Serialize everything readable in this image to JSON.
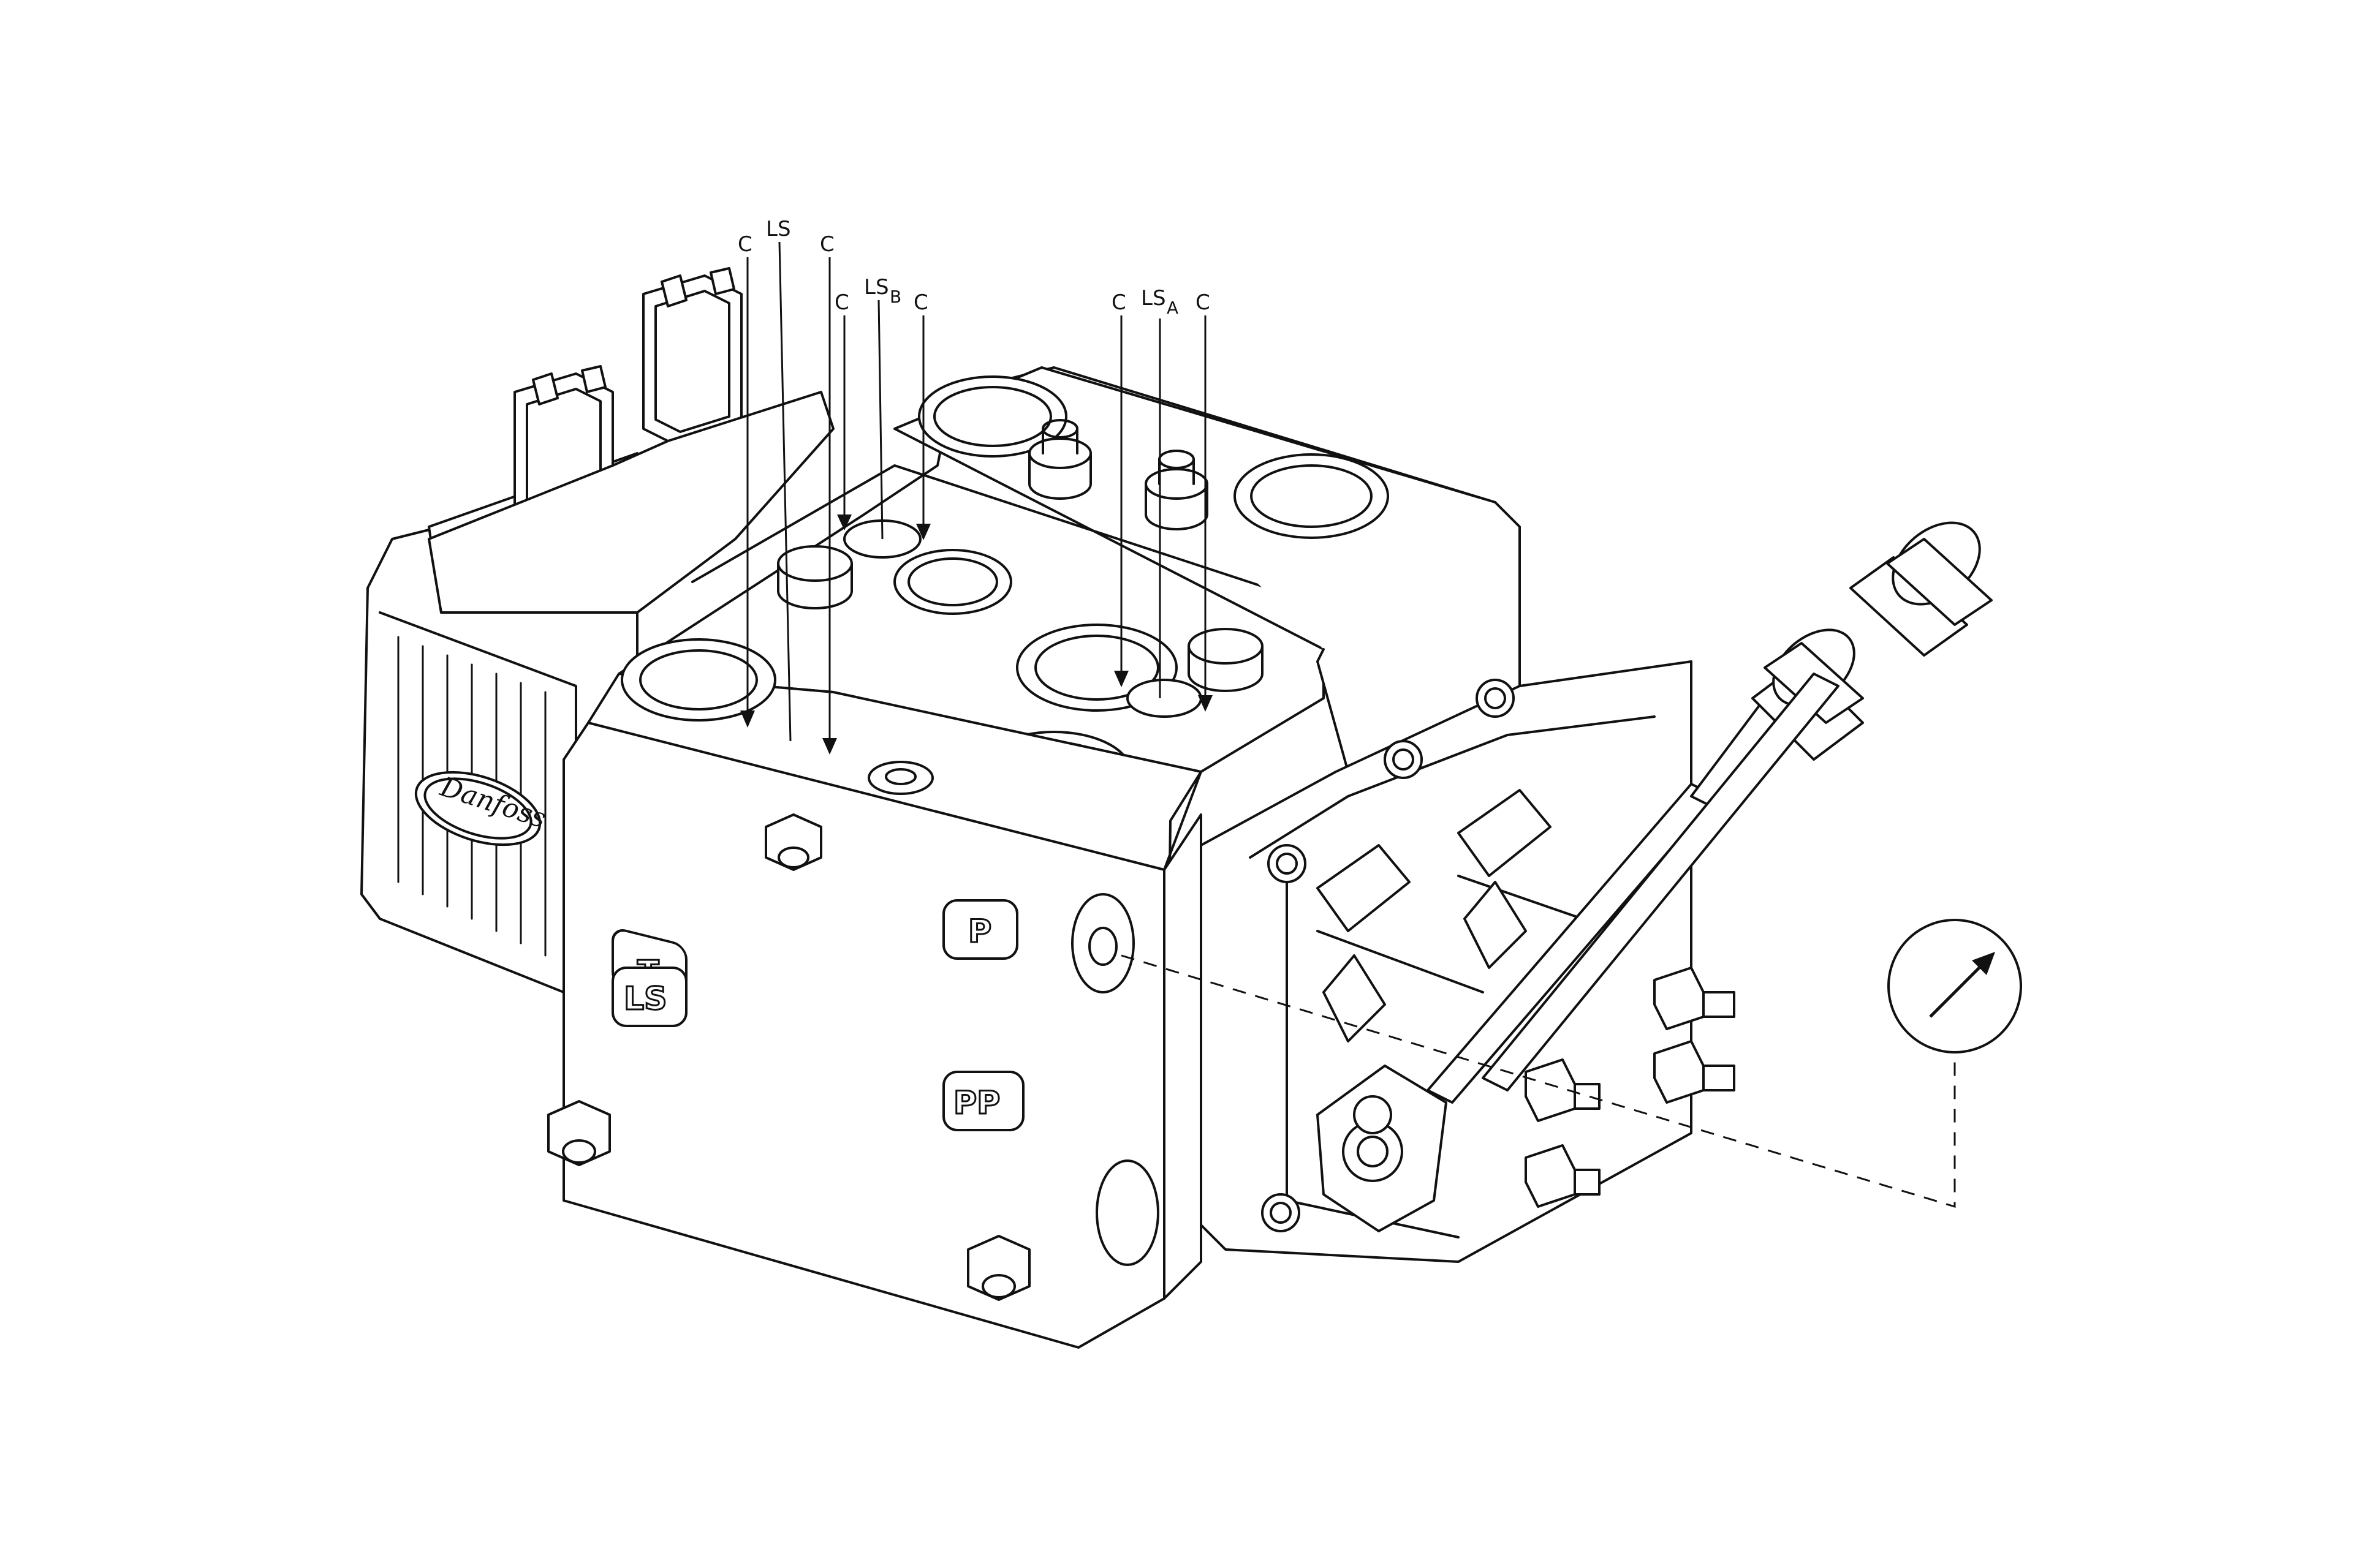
{
  "callouts": {
    "left_c1": "C",
    "left_ls": "LS",
    "left_c2": "C",
    "left_c3": "C",
    "lsb_main": "LS",
    "lsb_sub": "B",
    "left_c4": "C",
    "right_c1": "C",
    "lsa_main": "LS",
    "lsa_sub": "A",
    "right_c2": "C"
  },
  "port_labels": {
    "t": "T",
    "p": "P",
    "ls": "LS",
    "pp": "PP"
  },
  "logo_text": "Danfoss",
  "icons": {
    "gauge": "pressure-gauge-icon"
  },
  "colors": {
    "line": "#111111",
    "background": "#ffffff"
  }
}
